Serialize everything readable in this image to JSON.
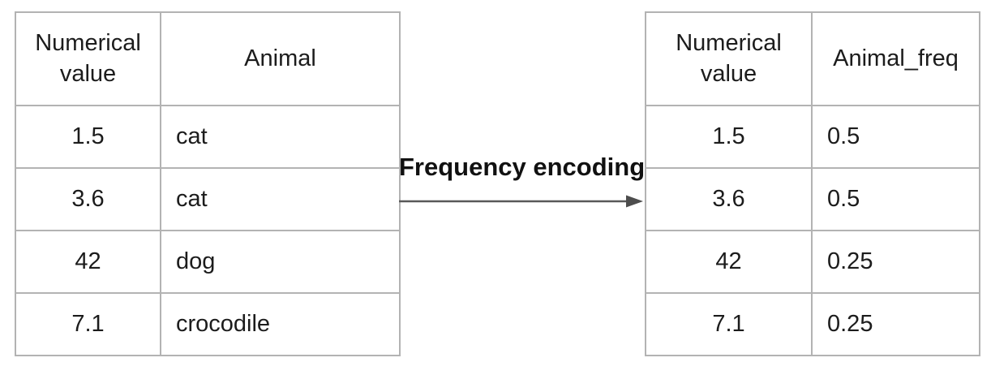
{
  "diagram": {
    "title": "Frequency encoding",
    "arrow_label": "Frequency encoding",
    "arrow_direction": "left-to-right"
  },
  "left_table": {
    "headers": {
      "col1": "Numerical value",
      "col2": "Animal"
    },
    "rows": [
      [
        "1.5",
        "cat"
      ],
      [
        "3.6",
        "cat"
      ],
      [
        "42",
        "dog"
      ],
      [
        "7.1",
        "crocodile"
      ]
    ]
  },
  "right_table": {
    "headers": {
      "col1": "Numerical value",
      "col2": "Animal_freq"
    },
    "rows": [
      [
        "1.5",
        "0.5"
      ],
      [
        "3.6",
        "0.5"
      ],
      [
        "42",
        "0.25"
      ],
      [
        "7.1",
        "0.25"
      ]
    ]
  },
  "colors": {
    "table_border": "#b3b3b3",
    "arrow": "#595959",
    "text": "#1c1c1c",
    "background": "#ffffff"
  }
}
